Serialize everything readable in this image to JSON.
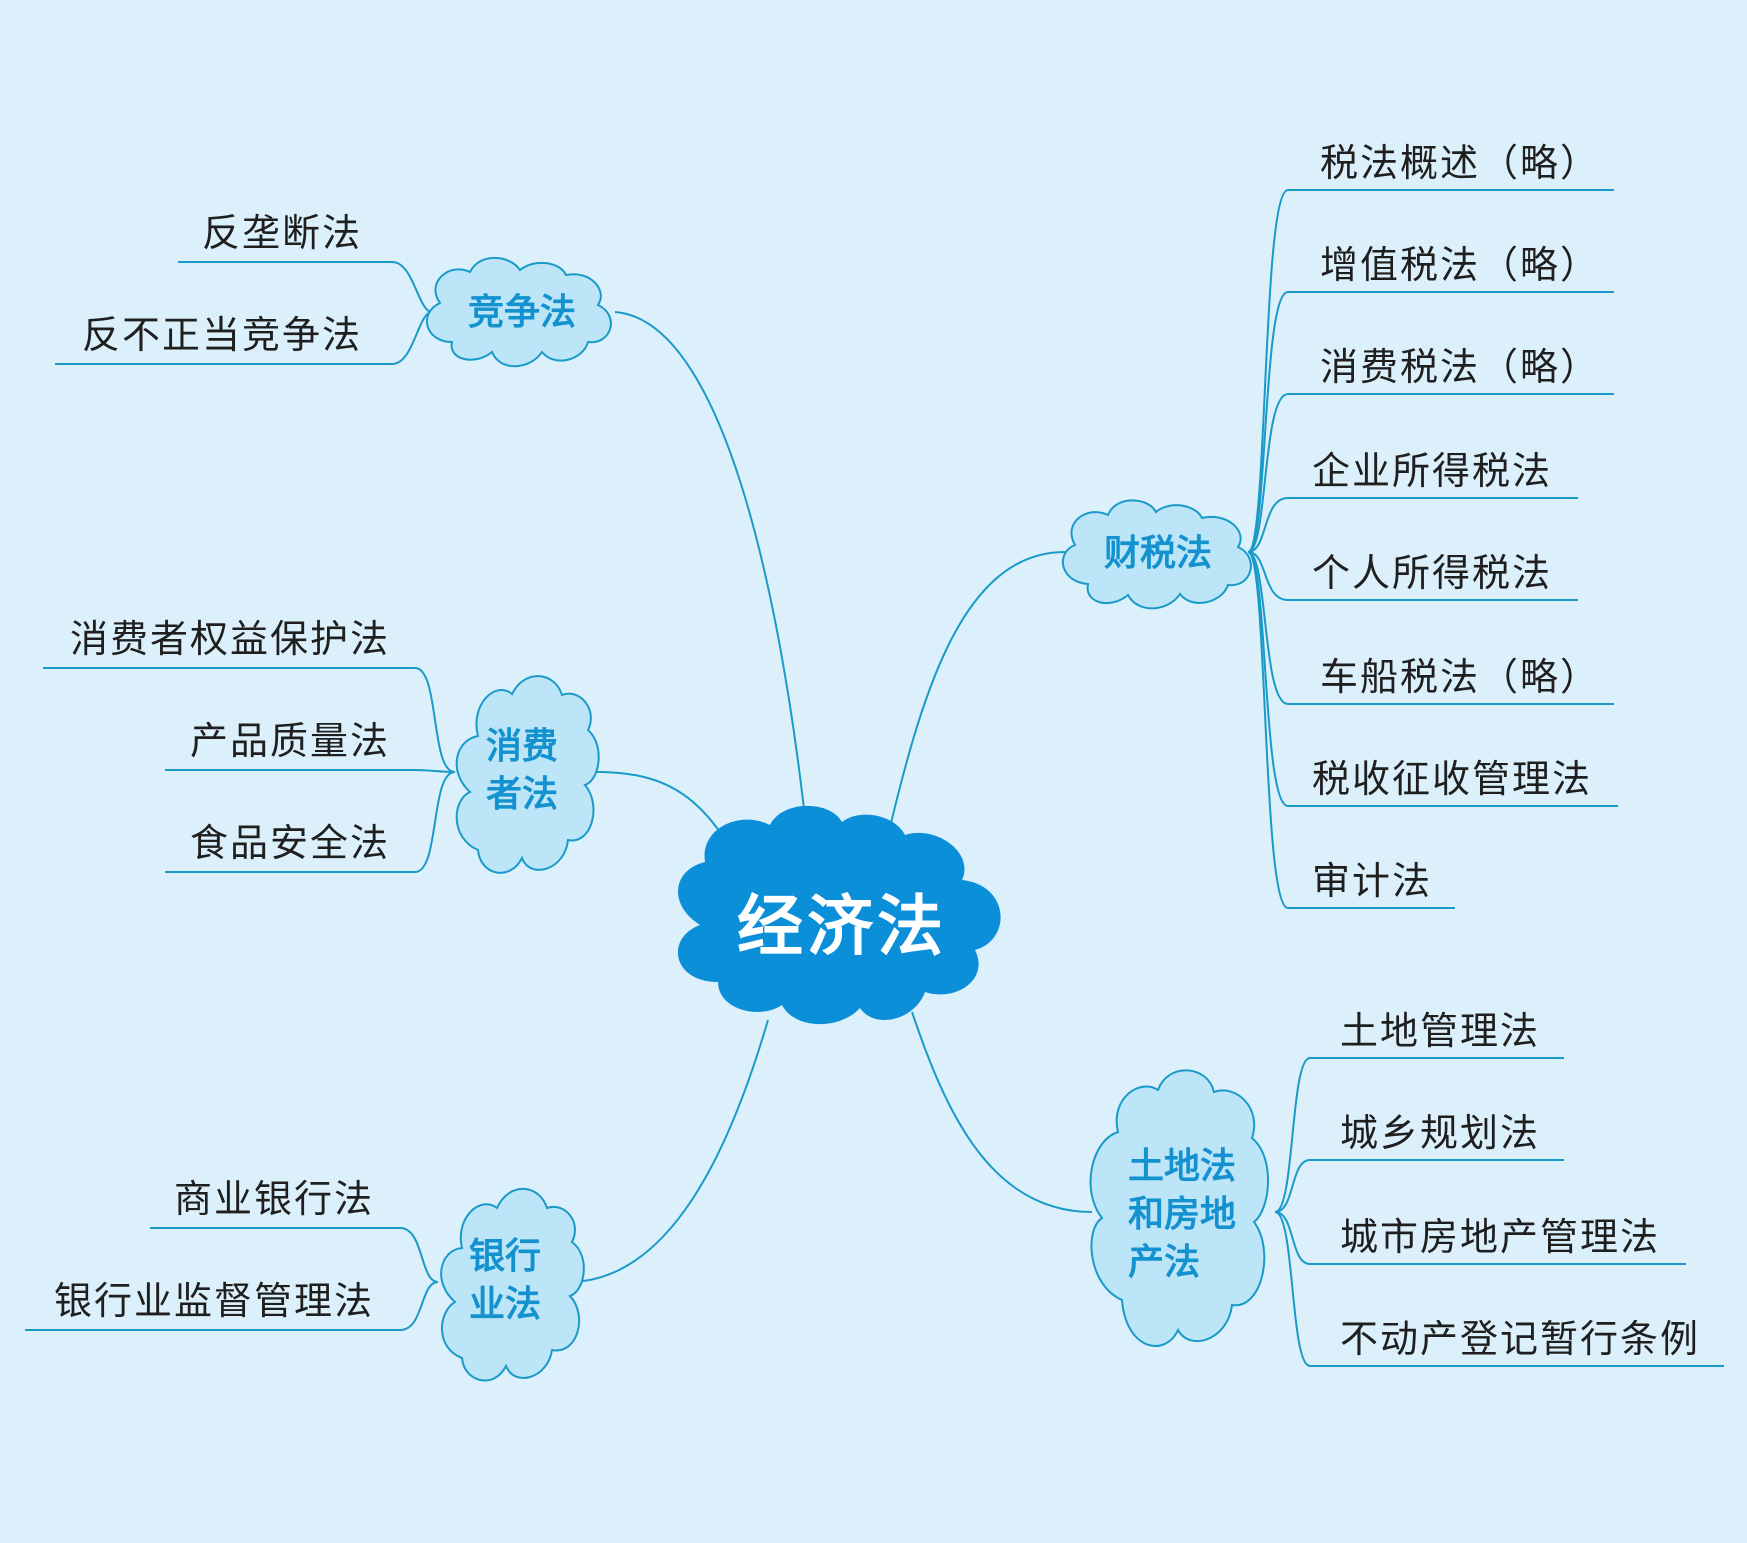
{
  "colors": {
    "background": "#dcf0fb",
    "line": "#1a9ac8",
    "root_fill": "#0b8fd9",
    "sub_fill": "#bde5f8",
    "sub_text": "#1491cf"
  },
  "root": {
    "label": "经济法"
  },
  "branches": [
    {
      "id": "jingzheng",
      "lines": [
        "竞争法"
      ],
      "items": [
        "反垄断法",
        "反不正当竞争法"
      ]
    },
    {
      "id": "xiaofeizhe",
      "lines": [
        "消费",
        "者法"
      ],
      "items": [
        "消费者权益保护法",
        "产品质量法",
        "食品安全法"
      ]
    },
    {
      "id": "yinhang",
      "lines": [
        "银行",
        "业法"
      ],
      "items": [
        "商业银行法",
        "银行业监督管理法"
      ]
    },
    {
      "id": "caishui",
      "lines": [
        "财税法"
      ],
      "items": [
        "税法概述（略）",
        "增值税法（略）",
        "消费税法（略）",
        "企业所得税法",
        "个人所得税法",
        "车船税法（略）",
        "税收征收管理法",
        "审计法"
      ]
    },
    {
      "id": "tudi",
      "lines": [
        "土地法",
        "和房地",
        "产法"
      ],
      "items": [
        "土地管理法",
        "城乡规划法",
        "城市房地产管理法",
        "不动产登记暂行条例"
      ]
    }
  ]
}
